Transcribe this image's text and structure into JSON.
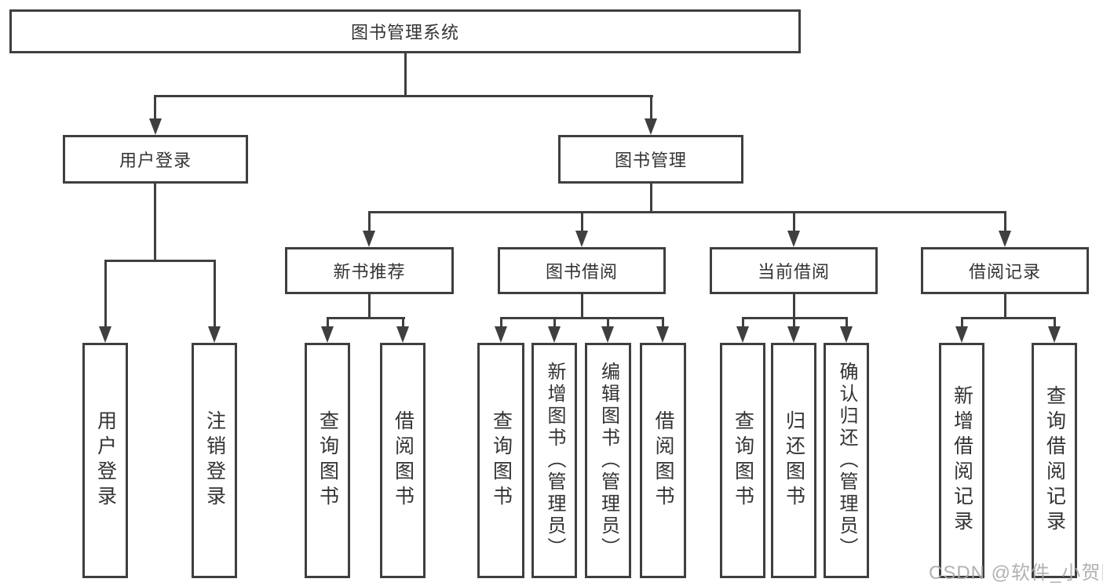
{
  "colors": {
    "line": "#3f3f3f",
    "text": "#333333",
    "box-bg": "#ffffff",
    "canvas-bg": "#ffffff",
    "watermark": "#a9a9a9"
  },
  "watermark": {
    "text": "CSDN @软件_小贺同学"
  },
  "tree": {
    "label": "图书管理系统",
    "children": [
      {
        "label": "用户登录",
        "children": [
          {
            "label": "用户登录"
          },
          {
            "label": "注销登录"
          }
        ]
      },
      {
        "label": "图书管理",
        "children": [
          {
            "label": "新书推荐",
            "children": [
              {
                "label": "查询图书"
              },
              {
                "label": "借阅图书"
              }
            ]
          },
          {
            "label": "图书借阅",
            "children": [
              {
                "label": "查询图书"
              },
              {
                "label": "新增图书（管理员）"
              },
              {
                "label": "编辑图书（管理员）"
              },
              {
                "label": "借阅图书"
              }
            ]
          },
          {
            "label": "当前借阅",
            "children": [
              {
                "label": "查询图书"
              },
              {
                "label": "归还图书"
              },
              {
                "label": "确认归还（管理员）"
              }
            ]
          },
          {
            "label": "借阅记录",
            "children": [
              {
                "label": "新增借阅记录"
              },
              {
                "label": "查询借阅记录"
              }
            ]
          }
        ]
      }
    ]
  }
}
